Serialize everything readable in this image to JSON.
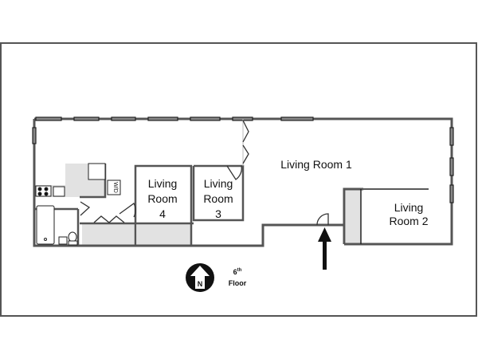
{
  "title": "Floor plan",
  "floor": {
    "number": "6",
    "suffix": "th",
    "label": "Floor"
  },
  "compass": {
    "letter": "N",
    "icon": "north-arrow-icon"
  },
  "rooms": [
    {
      "id": "living-room-1",
      "lines": [
        "Living Room 1"
      ]
    },
    {
      "id": "living-room-2",
      "lines": [
        "Living",
        "Room 2"
      ]
    },
    {
      "id": "living-room-3",
      "lines": [
        "Living",
        "Room",
        "3"
      ]
    },
    {
      "id": "living-room-4",
      "lines": [
        "Living",
        "Room",
        "4"
      ]
    }
  ],
  "appliances": {
    "washer_dryer": "W/D"
  },
  "entrance": {
    "icon": "entrance-arrow-icon"
  },
  "colors": {
    "wall": "#666666",
    "wall_dark": "#222222",
    "fill_gray": "#e0e0e0",
    "frame": "#333333"
  }
}
